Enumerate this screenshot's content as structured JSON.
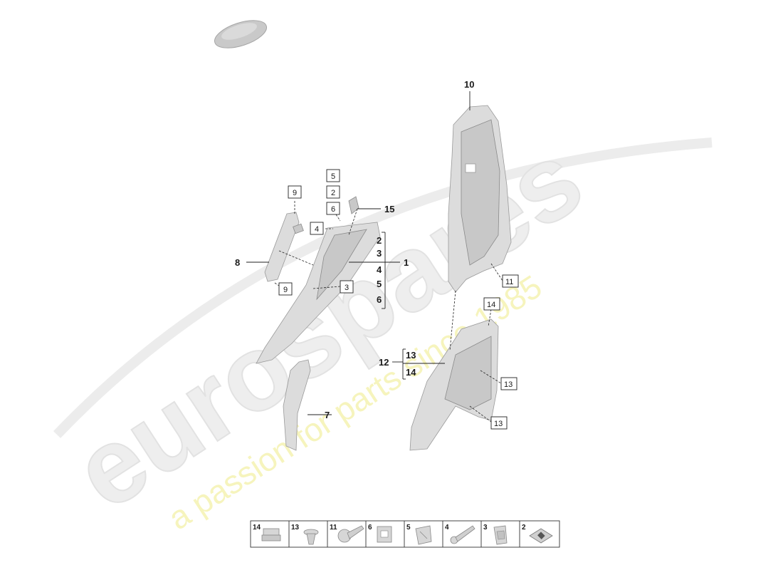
{
  "watermark": {
    "brand": "eurospares",
    "tagline": "a passion for parts since 1985"
  },
  "callouts": {
    "c1": "1",
    "c2": "2",
    "c3": "3",
    "c4": "4",
    "c5": "5",
    "c6": "6",
    "c7": "7",
    "c8": "8",
    "c10": "10",
    "c12": "12",
    "c13a": "13",
    "c14a": "14",
    "c15": "15"
  },
  "boxed_labels": {
    "b9top": "9",
    "b5": "5",
    "b2": "2",
    "b6": "6",
    "b4": "4",
    "b9bot": "9",
    "b3": "3",
    "b11": "11",
    "b14": "14",
    "b13mid": "13",
    "b13bot": "13"
  },
  "legend": {
    "items": [
      "14",
      "13",
      "11",
      "6",
      "5",
      "4",
      "3",
      "2"
    ]
  },
  "icons": {
    "car": "car-silhouette-icon",
    "clip14": "clip-icon",
    "clip13": "push-rivet-icon",
    "clip11": "screw-rivet-icon",
    "clip6": "retaining-clip-icon",
    "clip5": "spring-clip-icon",
    "clip4": "expanding-rivet-icon",
    "clip3": "sheet-clip-icon",
    "clip2": "adhesive-pad-icon"
  }
}
